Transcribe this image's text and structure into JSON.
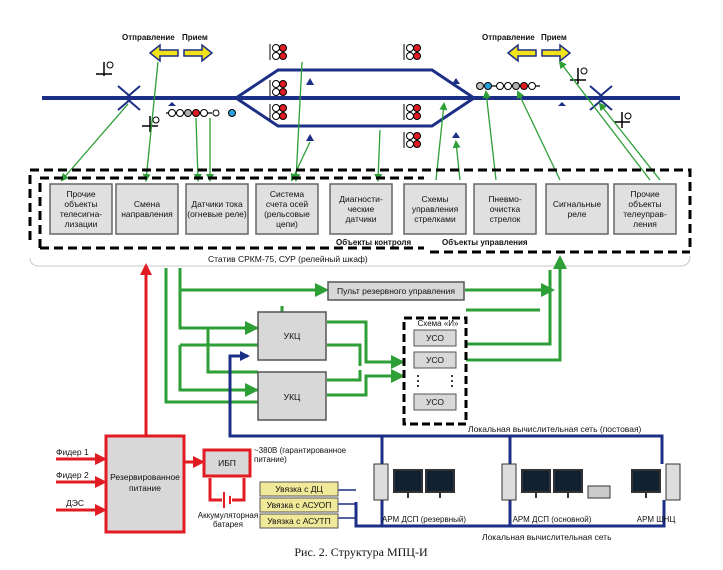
{
  "caption": "Рис. 2. Структура МПЦ-И",
  "direction_left": {
    "send": "Отправление",
    "receive": "Прием"
  },
  "direction_right": {
    "send": "Отправление",
    "receive": "Прием"
  },
  "objects": [
    {
      "lines": [
        "Прочие",
        "объекты",
        "телесигна-",
        "лизации"
      ]
    },
    {
      "lines": [
        "Смена",
        "направления"
      ]
    },
    {
      "lines": [
        "Датчики тока",
        "(огневые реле)"
      ]
    },
    {
      "lines": [
        "Система",
        "счета осей",
        "(рельсовые",
        "цепи)"
      ]
    },
    {
      "lines": [
        "Диагности-",
        "ческие",
        "датчики"
      ]
    },
    {
      "lines": [
        "Схемы",
        "управления",
        "стрелками"
      ]
    },
    {
      "lines": [
        "Пневмо-",
        "очистка",
        "стрелок"
      ]
    },
    {
      "lines": [
        "Сигнальные",
        "реле"
      ]
    },
    {
      "lines": [
        "Прочие",
        "объекты",
        "телеуправ-",
        "ления"
      ]
    }
  ],
  "group_control": "Объекты контроля",
  "group_management": "Объекты управления",
  "rack_label": "Статив СРКМ-75, СУР (релейный шкаф)",
  "reserve_panel": "Пульт резервного управления",
  "ukc": [
    "УКЦ",
    "УКЦ"
  ],
  "scheme_and": "Схема «И»",
  "uso": [
    "УСО",
    "УСО",
    "УСО"
  ],
  "lan_post": "Локальная вычислительная сеть (постовая)",
  "lan": "Локальная вычислительная сеть",
  "feeders": [
    "Фидер 1",
    "Фидер 2",
    "ДЭС"
  ],
  "reserved_power": [
    "Резервированное",
    "питание"
  ],
  "ups": "ИБП",
  "guaranteed_power": [
    "~380В (гарантированное",
    "питание)"
  ],
  "battery": [
    "Аккумуляторная",
    "батарея"
  ],
  "links": [
    "Увязка с ДЦ",
    "Увязка с АСУОП",
    "Увязка с АСУТП"
  ],
  "workstations": [
    "АРМ ДСП (резервный)",
    "АРМ ДСП (основной)",
    "АРМ ШНЦ"
  ],
  "colors": {
    "track": "#1c2f86",
    "control": "#2e9e36",
    "power": "#e11b22",
    "network": "#1c2f86",
    "arrow_yellow": "#f2e21a",
    "box_fill": "#e0e0e0",
    "link_fill": "#f1e99a"
  }
}
